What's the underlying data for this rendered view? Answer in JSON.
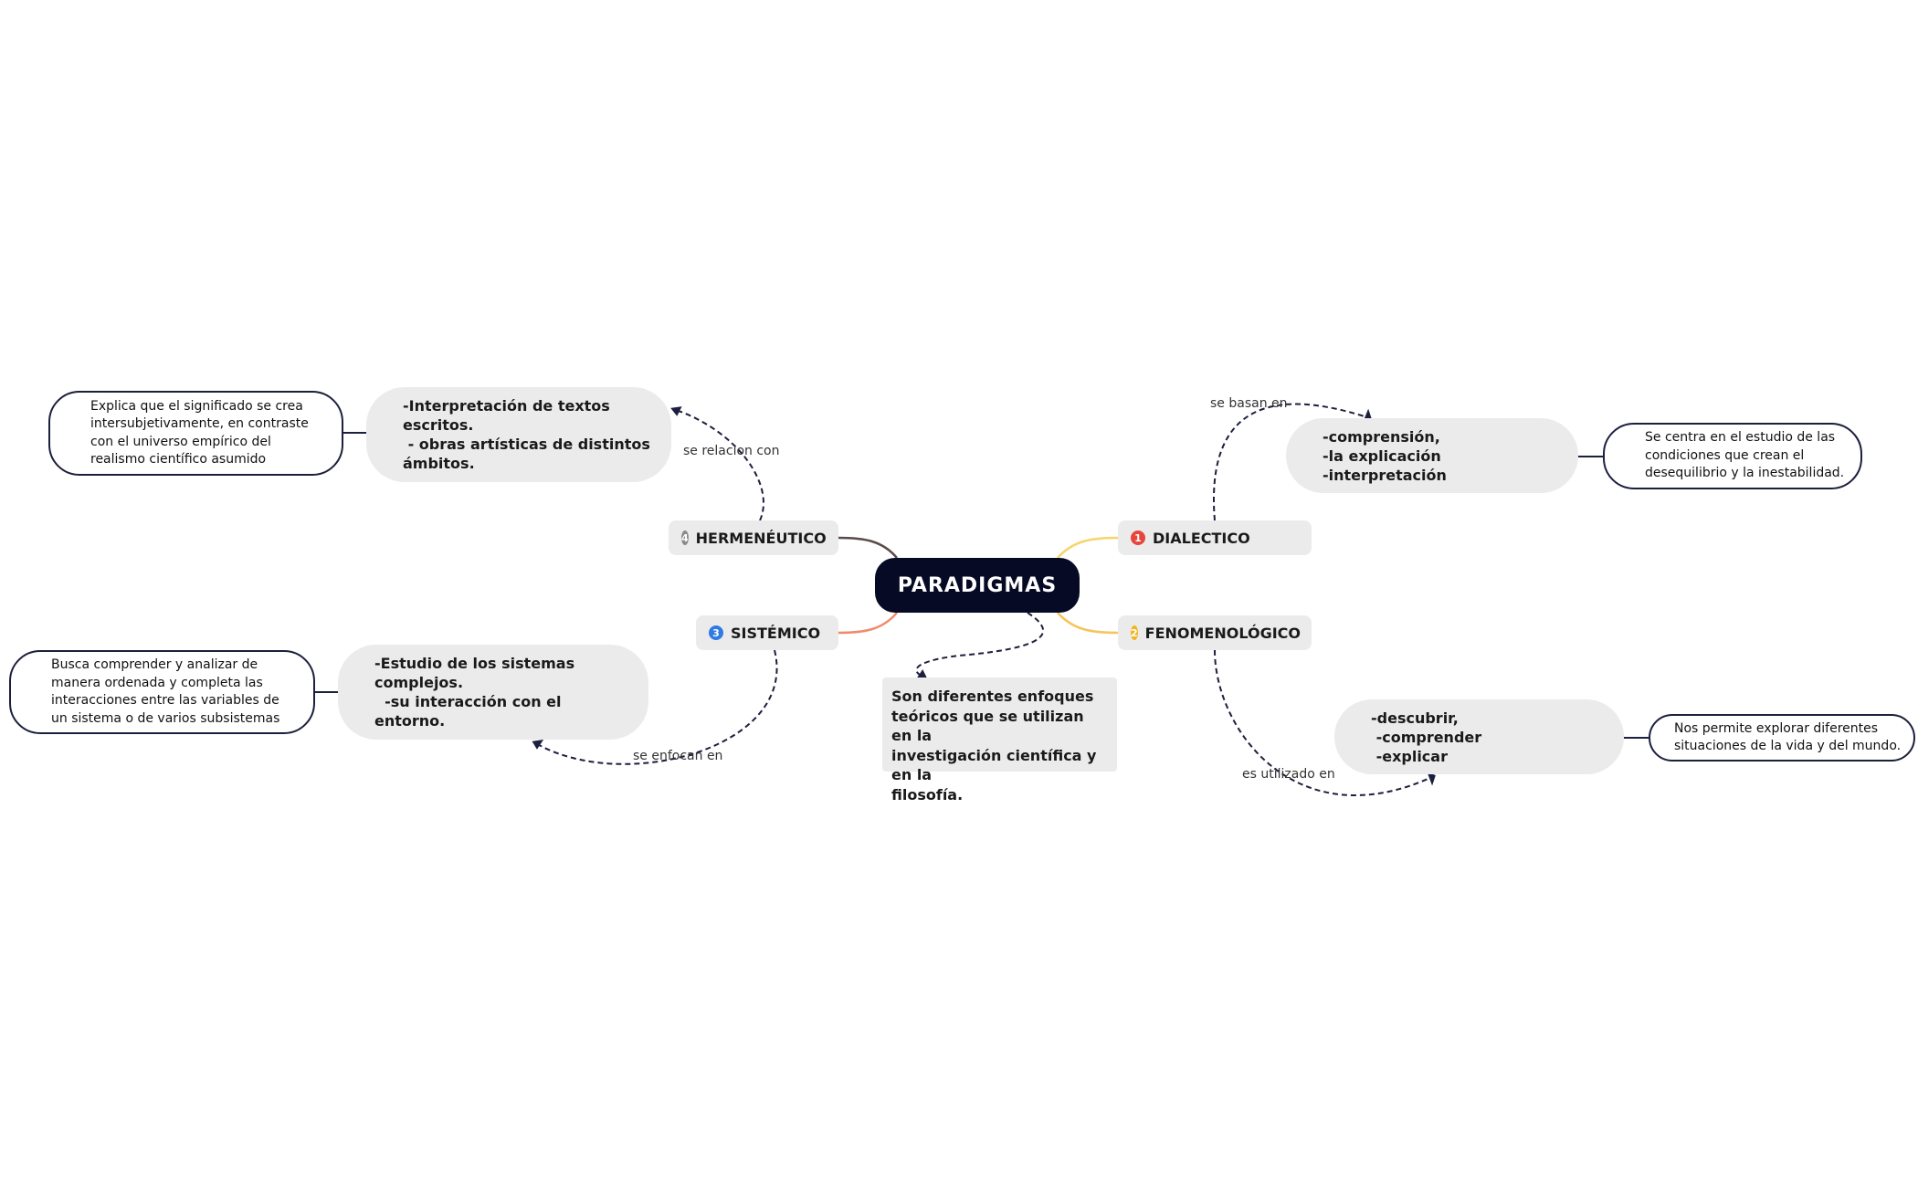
{
  "central": {
    "title": "PARADIGMAS"
  },
  "description": {
    "lines": [
      "Son diferentes enfoques",
      "teóricos que se utilizan en la",
      "investigación científica y en la",
      "filosofía."
    ]
  },
  "branches": [
    {
      "number": "1",
      "number_color": "#e8453c",
      "label": "DIALECTICO",
      "relation": "se basan en",
      "details": [
        "-comprensión,",
        "-la explicación",
        "-interpretación"
      ],
      "note": [
        "Se centra en el estudio de las",
        "condiciones que crean el",
        "desequilibrio y la inestabilidad."
      ],
      "connector_color": "#f6d56a"
    },
    {
      "number": "2",
      "number_color": "#f2b51c",
      "label": "FENOMENOLÓGICO",
      "relation": "es utilizado en",
      "details": [
        "-descubrir,",
        " -comprender",
        " -explicar"
      ],
      "note": [
        "Nos permite explorar diferentes",
        "situaciones de la vida y del mundo."
      ],
      "connector_color": "#f6c45a"
    },
    {
      "number": "3",
      "number_color": "#2f7be3",
      "label": "SISTÉMICO",
      "relation": "se enfocan en",
      "details": [
        "-Estudio de los sistemas",
        "complejos.",
        "  -su interacción con el",
        "entorno."
      ],
      "note": [
        "Busca comprender y analizar de",
        "manera ordenada y completa las",
        "interacciones entre las variables de",
        "un sistema o de varios subsistemas"
      ],
      "connector_color": "#f08a6a"
    },
    {
      "number": "4",
      "number_color": "#8b8b8b",
      "label": "HERMENÉUTICO",
      "relation": "se relacion con",
      "details": [
        "-Interpretación de textos",
        "escritos.",
        " - obras artísticas de distintos",
        "ámbitos."
      ],
      "note": [
        "Explica que el significado se crea",
        "intersubjetivamente, en contraste",
        "con el universo empírico del",
        "realismo científico asumido"
      ],
      "connector_color": "#5a4a4a"
    }
  ]
}
